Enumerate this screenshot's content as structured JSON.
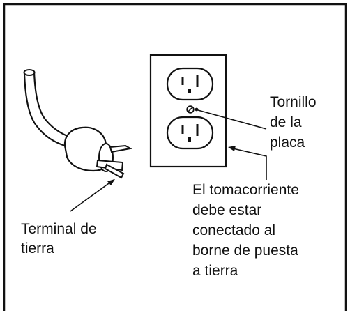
{
  "labels": {
    "ground_pin": "Terminal de\ntierra",
    "plate_screw": "Tornillo\nde la\nplaca",
    "outlet_ground_note": "El tomacorriente\ndebe estar\nconectado al\nborne de puesta\na tierra"
  },
  "colors": {
    "line": "#111111",
    "paper": "#ffffff"
  }
}
